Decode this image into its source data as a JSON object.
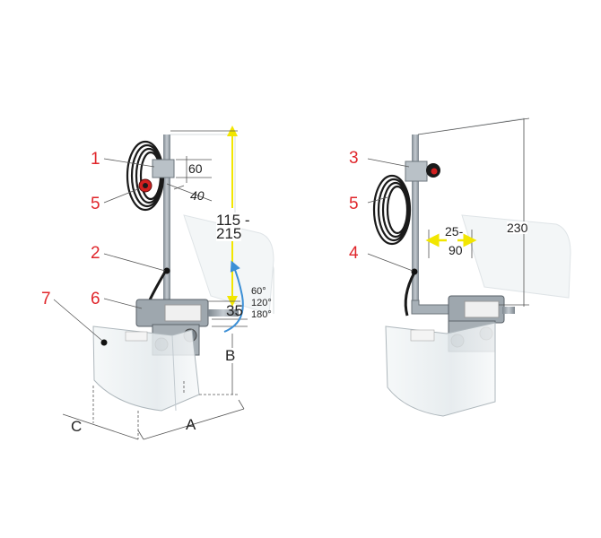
{
  "colors": {
    "callout": "#e0262b",
    "dimension_text": "#222222",
    "dimension_line": "#555555",
    "height_arrow": "#f2e600",
    "rotation_arrow": "#3b8fd6",
    "steel": "#9aa3ab",
    "shield": "#e9eef1"
  },
  "left_view": {
    "callouts": [
      "1",
      "5",
      "2",
      "6",
      "7"
    ],
    "dim_60": "60",
    "dim_40": "40",
    "dim_height_top": "115 -",
    "dim_height_bottom": "215",
    "dim_35": "35",
    "rotation_angles": [
      "60°",
      "120°",
      "180°"
    ],
    "dim_b": "B",
    "dim_a": "A",
    "dim_c": "C"
  },
  "right_view": {
    "callouts": [
      "3",
      "5",
      "4"
    ],
    "dim_offset_top": "25-",
    "dim_offset_bottom": "90",
    "dim_230": "230"
  }
}
